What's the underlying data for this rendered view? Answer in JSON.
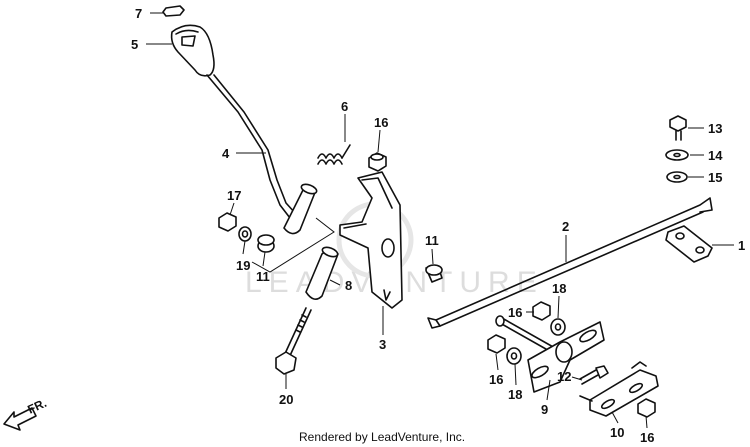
{
  "diagram": {
    "callouts": {
      "c1": "1",
      "c2": "2",
      "c3": "3",
      "c4": "4",
      "c5": "5",
      "c6": "6",
      "c7": "7",
      "c8": "8",
      "c9": "9",
      "c10": "10",
      "c11a": "11",
      "c11b": "11",
      "c12": "12",
      "c13": "13",
      "c14": "14",
      "c15": "15",
      "c16a": "16",
      "c16b": "16",
      "c16c": "16",
      "c16d": "16",
      "c17": "17",
      "c18a": "18",
      "c18b": "18",
      "c19": "19",
      "c20": "20"
    },
    "watermark": "LEADVENTURE",
    "direction_label": "FR.",
    "footer": "Rendered by LeadVenture, Inc."
  }
}
